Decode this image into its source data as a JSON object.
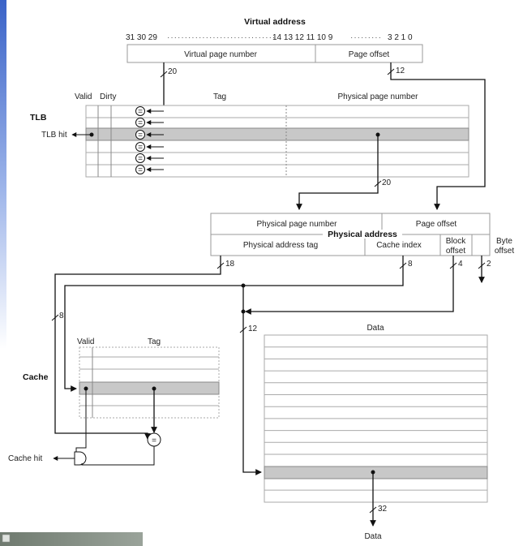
{
  "virtual_address": {
    "title": "Virtual address",
    "bits_left": "31 30 29",
    "dots_left": "·······························",
    "bits_mid": "14 13 12 11 10 9",
    "dots_right": "·········",
    "bits_right": "3 2 1 0",
    "vpn_label": "Virtual page number",
    "offset_label": "Page offset",
    "vpn_width": "20",
    "offset_width": "12"
  },
  "tlb": {
    "label": "TLB",
    "hit_label": "TLB hit",
    "valid_header": "Valid",
    "dirty_header": "Dirty",
    "tag_header": "Tag",
    "ppn_header": "Physical page number",
    "ppn_width": "20",
    "compare_symbol": "="
  },
  "physical_address": {
    "title": "Physical address",
    "ppn_label": "Physical page number",
    "offset_label": "Page offset",
    "tag_label": "Physical address tag",
    "index_label": "Cache index",
    "block_offset_line1": "Block",
    "block_offset_line2": "offset",
    "byte_offset_line1": "Byte",
    "byte_offset_line2": "offset",
    "tag_width": "18",
    "index_width": "8",
    "block_width": "4",
    "byte_width": "2"
  },
  "cache": {
    "label": "Cache",
    "hit_label": "Cache hit",
    "valid_header": "Valid",
    "tag_header": "Tag",
    "data_header": "Data",
    "index_width_left": "8",
    "index_width_data": "12",
    "compare_symbol": "=",
    "out_width": "32",
    "data_out_label": "Data"
  }
}
